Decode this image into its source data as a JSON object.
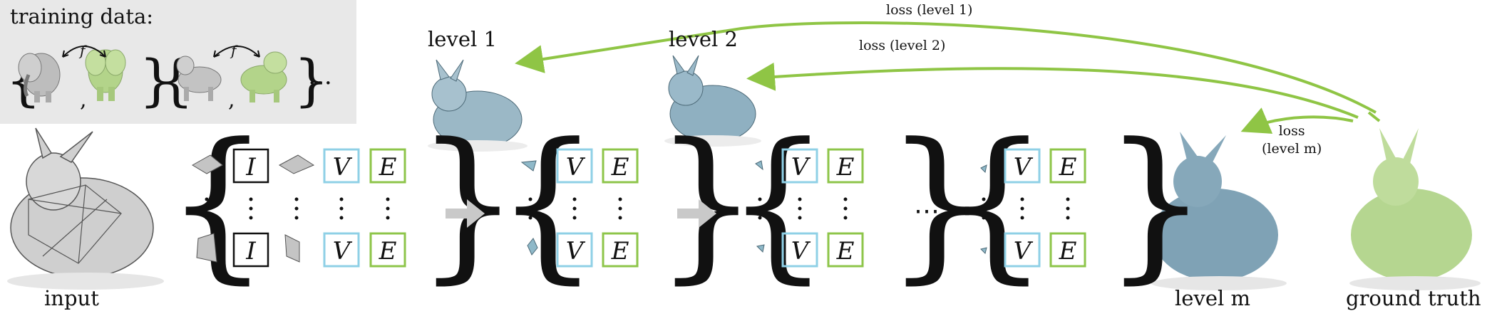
{
  "training": {
    "title": "training data:",
    "func_label": "f",
    "ellipsis": "…"
  },
  "labels": {
    "input": "input",
    "level1": "level 1",
    "level2": "level 2",
    "levelm": "level m",
    "ground_truth": "ground truth"
  },
  "loss": {
    "level1": "loss (level 1)",
    "level2": "loss (level 2)",
    "levelm_line1": "loss",
    "levelm_line2": "(level m)"
  },
  "symbols": {
    "I": "I",
    "V": "V",
    "E": "E",
    "dots": "⋯"
  },
  "colors": {
    "v_box": "#8fd0e6",
    "e_box": "#8ec54a",
    "arrow_green": "#8fc545",
    "arrow_gray": "#c9c9c9",
    "bunny_blue": "#7fa2b5",
    "bunny_green": "#b5d690",
    "bunny_gray": "#cfcfcf"
  }
}
